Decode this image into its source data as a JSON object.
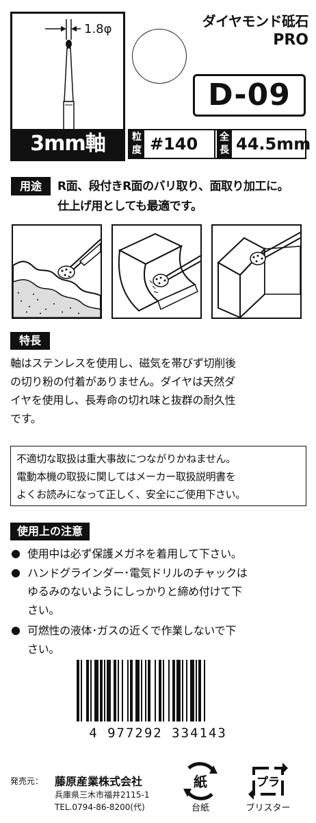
{
  "product": {
    "name": "ダイヤモンド砥石",
    "sub": "PRO",
    "code": "D-09"
  },
  "tool": {
    "diameter": "1.8φ",
    "shank": "3mm軸"
  },
  "specs": {
    "grit_label": [
      "粒",
      "度"
    ],
    "grit_value": "#140",
    "length_label": [
      "全",
      "長"
    ],
    "length_value": "44.5mm"
  },
  "usage": {
    "tag": "用途",
    "lines": [
      "R面、段付きR面のバリ取り、面取り加工に。",
      "仕上げ用としても最適です。"
    ]
  },
  "features": {
    "tag": "特長",
    "lines": [
      "軸はステンレスを使用し、磁気を帯びず切削後",
      "の切り粉の付着がありません。ダイヤは天然ダ",
      "イヤを使用し、長寿命の切れ味と抜群の耐久性",
      "です。"
    ]
  },
  "warning": {
    "lines": [
      "不適切な取扱は重大事故につながりかねません。",
      "電動本機の取扱に関してはメーカー取扱説明書を",
      "よくお読みになって正しく、安全にご使用下さい。"
    ]
  },
  "cautions": {
    "tag": "使用上の注意",
    "bullet": "●",
    "items": [
      [
        "使用中は必ず保護メガネを着用して下さい。"
      ],
      [
        "ハンドグラインダー･電気ドリルのチャックは",
        "ゆるみのないようにしっかりと締め付けて下",
        "さい。"
      ],
      [
        "可燃性の液体･ガスの近くで作業しないで下",
        "さい。"
      ]
    ]
  },
  "barcode": {
    "number": "4 977292 334143"
  },
  "seller": {
    "label": "発売元：",
    "company": "藤原産業株式会社",
    "address": "兵庫県三木市福井2115-1",
    "tel": "TEL.0794-86-8200(代)"
  },
  "recycle": {
    "paper_mark": "紙",
    "paper_label": "台紙",
    "plastic_mark": "プラ",
    "plastic_label": "ブリスター"
  }
}
